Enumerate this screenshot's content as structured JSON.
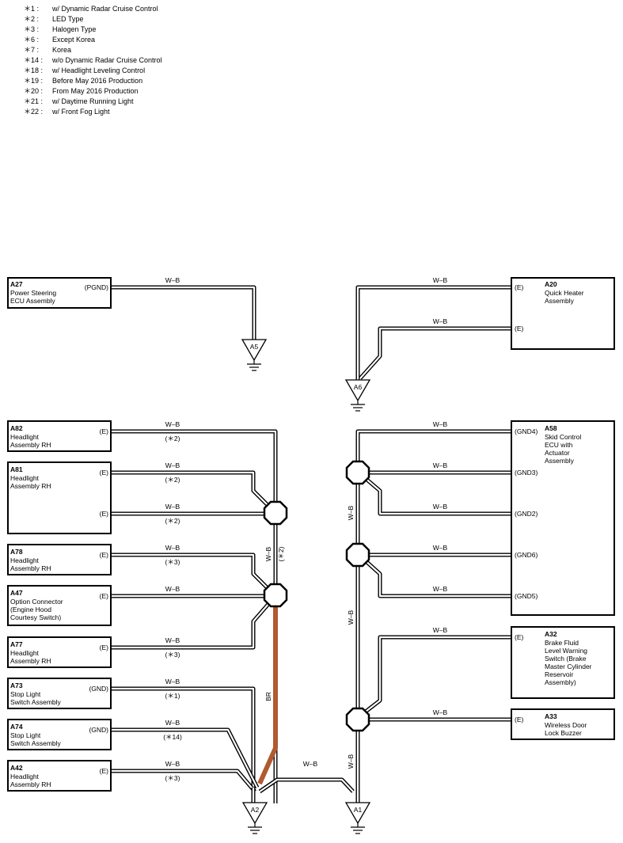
{
  "legend": [
    {
      "code": "＊1 :",
      "text": "w/ Dynamic Radar Cruise Control"
    },
    {
      "code": "＊2 :",
      "text": "LED Type"
    },
    {
      "code": "＊3 :",
      "text": "Halogen Type"
    },
    {
      "code": "＊6 :",
      "text": "Except Korea"
    },
    {
      "code": "＊7 :",
      "text": "Korea"
    },
    {
      "code": "＊14 :",
      "text": "w/o Dynamic Radar Cruise Control"
    },
    {
      "code": "＊18 :",
      "text": "w/ Headlight Leveling Control"
    },
    {
      "code": "＊19 :",
      "text": "Before May 2016 Production"
    },
    {
      "code": "＊20 :",
      "text": "From May 2016 Production"
    },
    {
      "code": "＊21 :",
      "text": "w/ Daytime Running Light"
    },
    {
      "code": "＊22 :",
      "text": "w/ Front Fog Light"
    }
  ],
  "components": {
    "A27": {
      "id": "A27",
      "lines": [
        "Power Steering",
        "ECU Assembly"
      ],
      "terminals": [
        "(PGND)"
      ]
    },
    "A20": {
      "id": "A20",
      "lines": [
        "Quick Heater",
        "Assembly"
      ],
      "terminals": [
        "(E)",
        "(E)"
      ]
    },
    "A82": {
      "id": "A82",
      "lines": [
        "Headlight",
        "Assembly RH"
      ],
      "terminals": [
        "(E)"
      ]
    },
    "A81": {
      "id": "A81",
      "lines": [
        "Headlight",
        "Assembly RH"
      ],
      "terminals": [
        "(E)",
        "(E)"
      ]
    },
    "A78": {
      "id": "A78",
      "lines": [
        "Headlight",
        "Assembly RH"
      ],
      "terminals": [
        "(E)"
      ]
    },
    "A47": {
      "id": "A47",
      "lines": [
        "Option Connector",
        "(Engine Hood",
        " Courtesy Switch)"
      ],
      "terminals": [
        "(E)"
      ]
    },
    "A77": {
      "id": "A77",
      "lines": [
        "Headlight",
        "Assembly RH"
      ],
      "terminals": [
        "(E)"
      ]
    },
    "A73": {
      "id": "A73",
      "lines": [
        "Stop Light",
        "Switch Assembly"
      ],
      "terminals": [
        "(GND)"
      ]
    },
    "A74": {
      "id": "A74",
      "lines": [
        "Stop Light",
        "Switch Assembly"
      ],
      "terminals": [
        "(GND)"
      ]
    },
    "A42": {
      "id": "A42",
      "lines": [
        "Headlight",
        "Assembly RH"
      ],
      "terminals": [
        "(E)"
      ]
    },
    "A58": {
      "id": "A58",
      "lines": [
        "Skid Control",
        "ECU with",
        "Actuator",
        "Assembly"
      ],
      "terminals": [
        "(GND4)",
        "(GND3)",
        "(GND2)",
        "(GND6)",
        "(GND5)"
      ]
    },
    "A32": {
      "id": "A32",
      "lines": [
        "Brake Fluid",
        "Level Warning",
        "Switch (Brake",
        "Master Cylinder",
        "Reservoir",
        "Assembly)"
      ],
      "terminals": [
        "(E)"
      ]
    },
    "A33": {
      "id": "A33",
      "lines": [
        "Wireless Door",
        "Lock Buzzer"
      ],
      "terminals": [
        "(E)"
      ]
    }
  },
  "grounds": [
    "A5",
    "A6",
    "A2",
    "A1"
  ],
  "wire": {
    "color_wb": "W–B",
    "color_br": "BR",
    "br_hex": "#b05a30"
  },
  "notes": {
    "n2": "(＊2)",
    "n3": "(＊3)",
    "n1": "(＊1)",
    "n14": "(＊14)"
  }
}
